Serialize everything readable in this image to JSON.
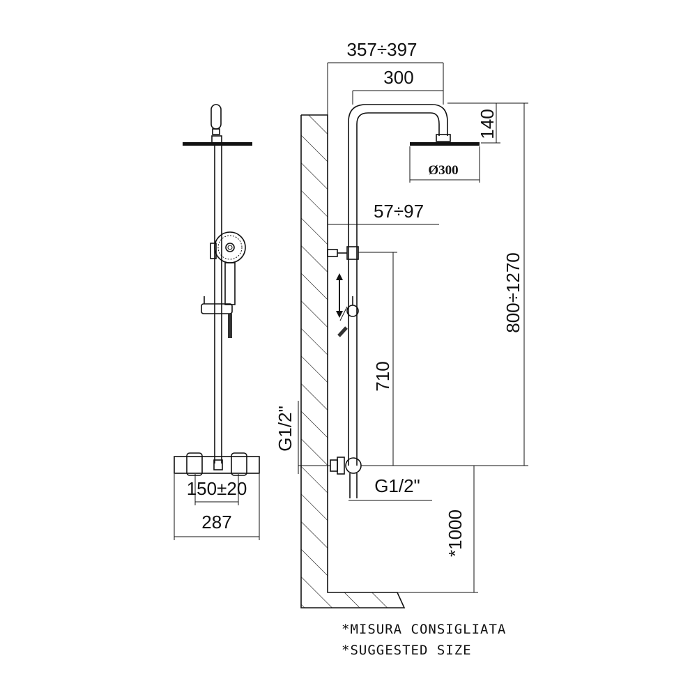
{
  "dimensions": {
    "total_projection": "357÷397",
    "arm_length": "300",
    "head_drop": "140",
    "head_diameter": "Ø300",
    "wall_offset": "57÷97",
    "height_range": "800÷1270",
    "bracket_spacing": "710",
    "inlet_left": "G1/2\"",
    "inlet_bottom": "G1/2\"",
    "floor_height": "*1000",
    "center_distance": "150±20",
    "mixer_width": "287"
  },
  "notes": [
    "*MISURA CONSIGLIATA",
    "*SUGGESTED SIZE"
  ]
}
